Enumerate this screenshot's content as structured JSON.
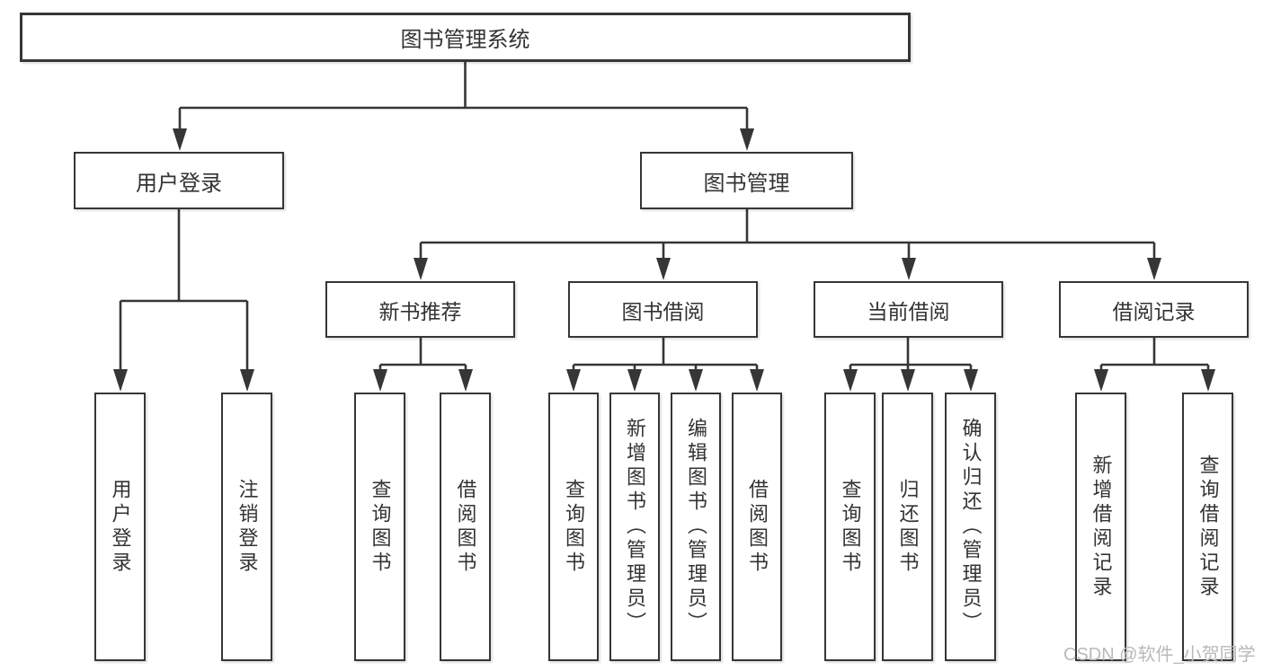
{
  "diagram_type": "hierarchy-tree",
  "tree": {
    "root": "图书管理系统",
    "branches": [
      {
        "label": "用户登录",
        "children": [
          {
            "label": "用户登录"
          },
          {
            "label": "注销登录"
          }
        ]
      },
      {
        "label": "图书管理",
        "children": [
          {
            "label": "新书推荐",
            "children": [
              {
                "label": "查询图书"
              },
              {
                "label": "借阅图书"
              }
            ]
          },
          {
            "label": "图书借阅",
            "children": [
              {
                "label": "查询图书"
              },
              {
                "label": "新增图书（管理员）"
              },
              {
                "label": "编辑图书（管理员）"
              },
              {
                "label": "借阅图书"
              }
            ]
          },
          {
            "label": "当前借阅",
            "children": [
              {
                "label": "查询图书"
              },
              {
                "label": "归还图书"
              },
              {
                "label": "确认归还（管理员）"
              }
            ]
          },
          {
            "label": "借阅记录",
            "children": [
              {
                "label": "新增借阅记录"
              },
              {
                "label": "查询借阅记录"
              }
            ]
          }
        ]
      }
    ]
  },
  "watermark": {
    "text": "CSDN @软件_小贺同学"
  },
  "colors": {
    "line": "#363636",
    "box_border": "#363636",
    "text": "#333333",
    "watermark": "#b9b9b9",
    "background": "#ffffff"
  }
}
